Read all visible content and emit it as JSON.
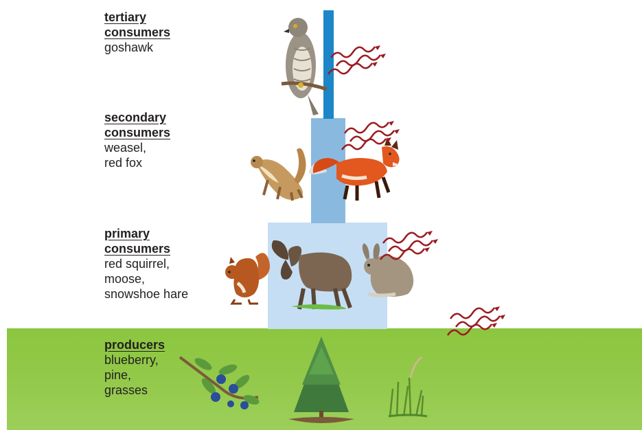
{
  "levels": [
    {
      "id": "tertiary",
      "title": [
        "tertiary",
        "consumers"
      ],
      "organisms": [
        "goshawk"
      ]
    },
    {
      "id": "secondary",
      "title": [
        "secondary",
        "consumers"
      ],
      "organisms": [
        "weasel,",
        "red fox"
      ]
    },
    {
      "id": "primary",
      "title": [
        "primary",
        "consumers"
      ],
      "organisms": [
        "red squirrel,",
        "moose,",
        "snowshoe hare"
      ]
    },
    {
      "id": "producers",
      "title": [
        "producers"
      ],
      "organisms": [
        "blueberry,",
        "pine,",
        "grasses"
      ]
    }
  ],
  "colors": {
    "ground": "#8cc63f",
    "bar_tertiary": "#1c86c8",
    "bar_secondary": "#8ab9e0",
    "bar_primary": "#c5def4",
    "heat_arrow": "#9b1c22"
  },
  "icons": [
    "goshawk-icon",
    "weasel-icon",
    "red-fox-icon",
    "red-squirrel-icon",
    "moose-icon",
    "snowshoe-hare-icon",
    "blueberry-icon",
    "pine-icon",
    "grass-icon",
    "heat-loss-icon"
  ]
}
